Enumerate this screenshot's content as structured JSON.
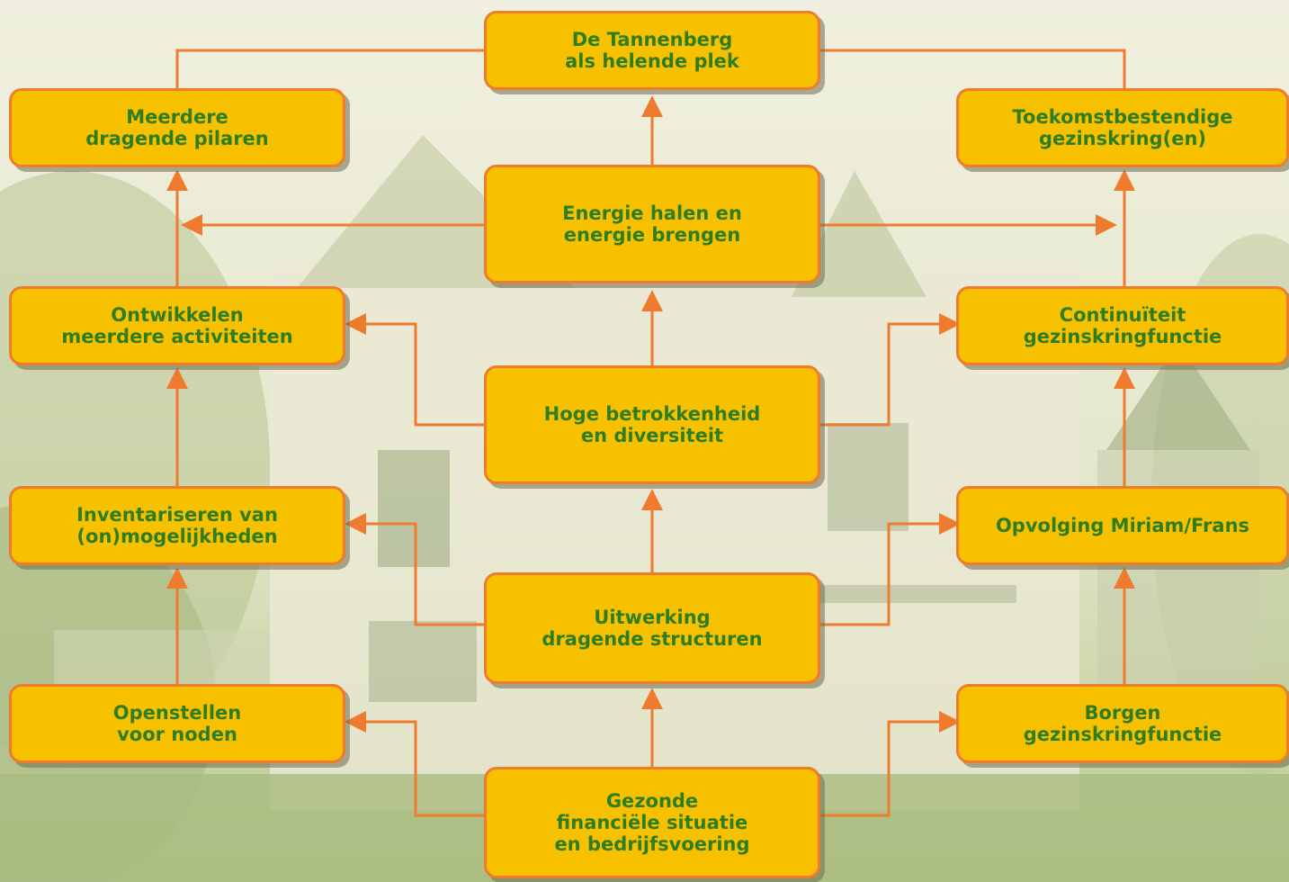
{
  "colors": {
    "node_fill": "#f7c100",
    "node_border": "#ee7b2e",
    "text": "#2f7d1e",
    "connector": "#ee7b2e",
    "background": "#d6dfb6"
  },
  "nodes": {
    "tannenberg": "De Tannenberg\nals helende plek",
    "pilaren": "Meerdere\ndragende pilaren",
    "toekomst": "Toekomstbestendige\ngezinskring(en)",
    "energie": "Energie halen en\nenergie brengen",
    "ontwikkelen": "Ontwikkelen\nmeerdere activiteiten",
    "continuiteit": "Continuïteit\ngezinskringfunctie",
    "betrokkenheid": "Hoge betrokkenheid\nen diversiteit",
    "inventariseren": "Inventariseren van\n(on)mogelijkheden",
    "opvolging": "Opvolging Miriam/Frans",
    "uitwerking": "Uitwerking\ndragende structuren",
    "openstellen": "Openstellen\nvoor noden",
    "borgen": "Borgen\ngezinskringfunctie",
    "gezonde": "Gezonde\nfinanciële situatie\nen bedrijfsvoering"
  }
}
